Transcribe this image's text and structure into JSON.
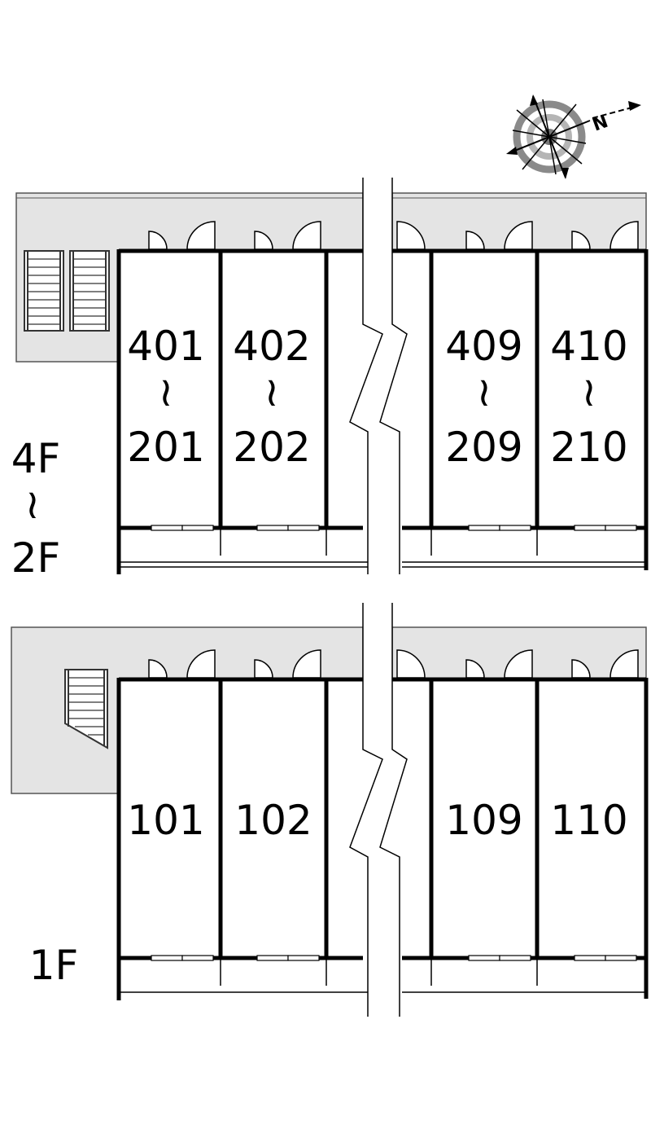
{
  "compass": {
    "north_letter": "N"
  },
  "upper_block": {
    "floor_top": "4F",
    "floor_bottom": "2F",
    "range_mark": "≀",
    "units": [
      {
        "top": "401",
        "mark": "≀",
        "bottom": "201"
      },
      {
        "top": "402",
        "mark": "≀",
        "bottom": "202"
      },
      {
        "top": "409",
        "mark": "≀",
        "bottom": "209"
      },
      {
        "top": "410",
        "mark": "≀",
        "bottom": "210"
      }
    ]
  },
  "lower_block": {
    "floor": "1F",
    "units": [
      "101",
      "102",
      "109",
      "110"
    ]
  }
}
